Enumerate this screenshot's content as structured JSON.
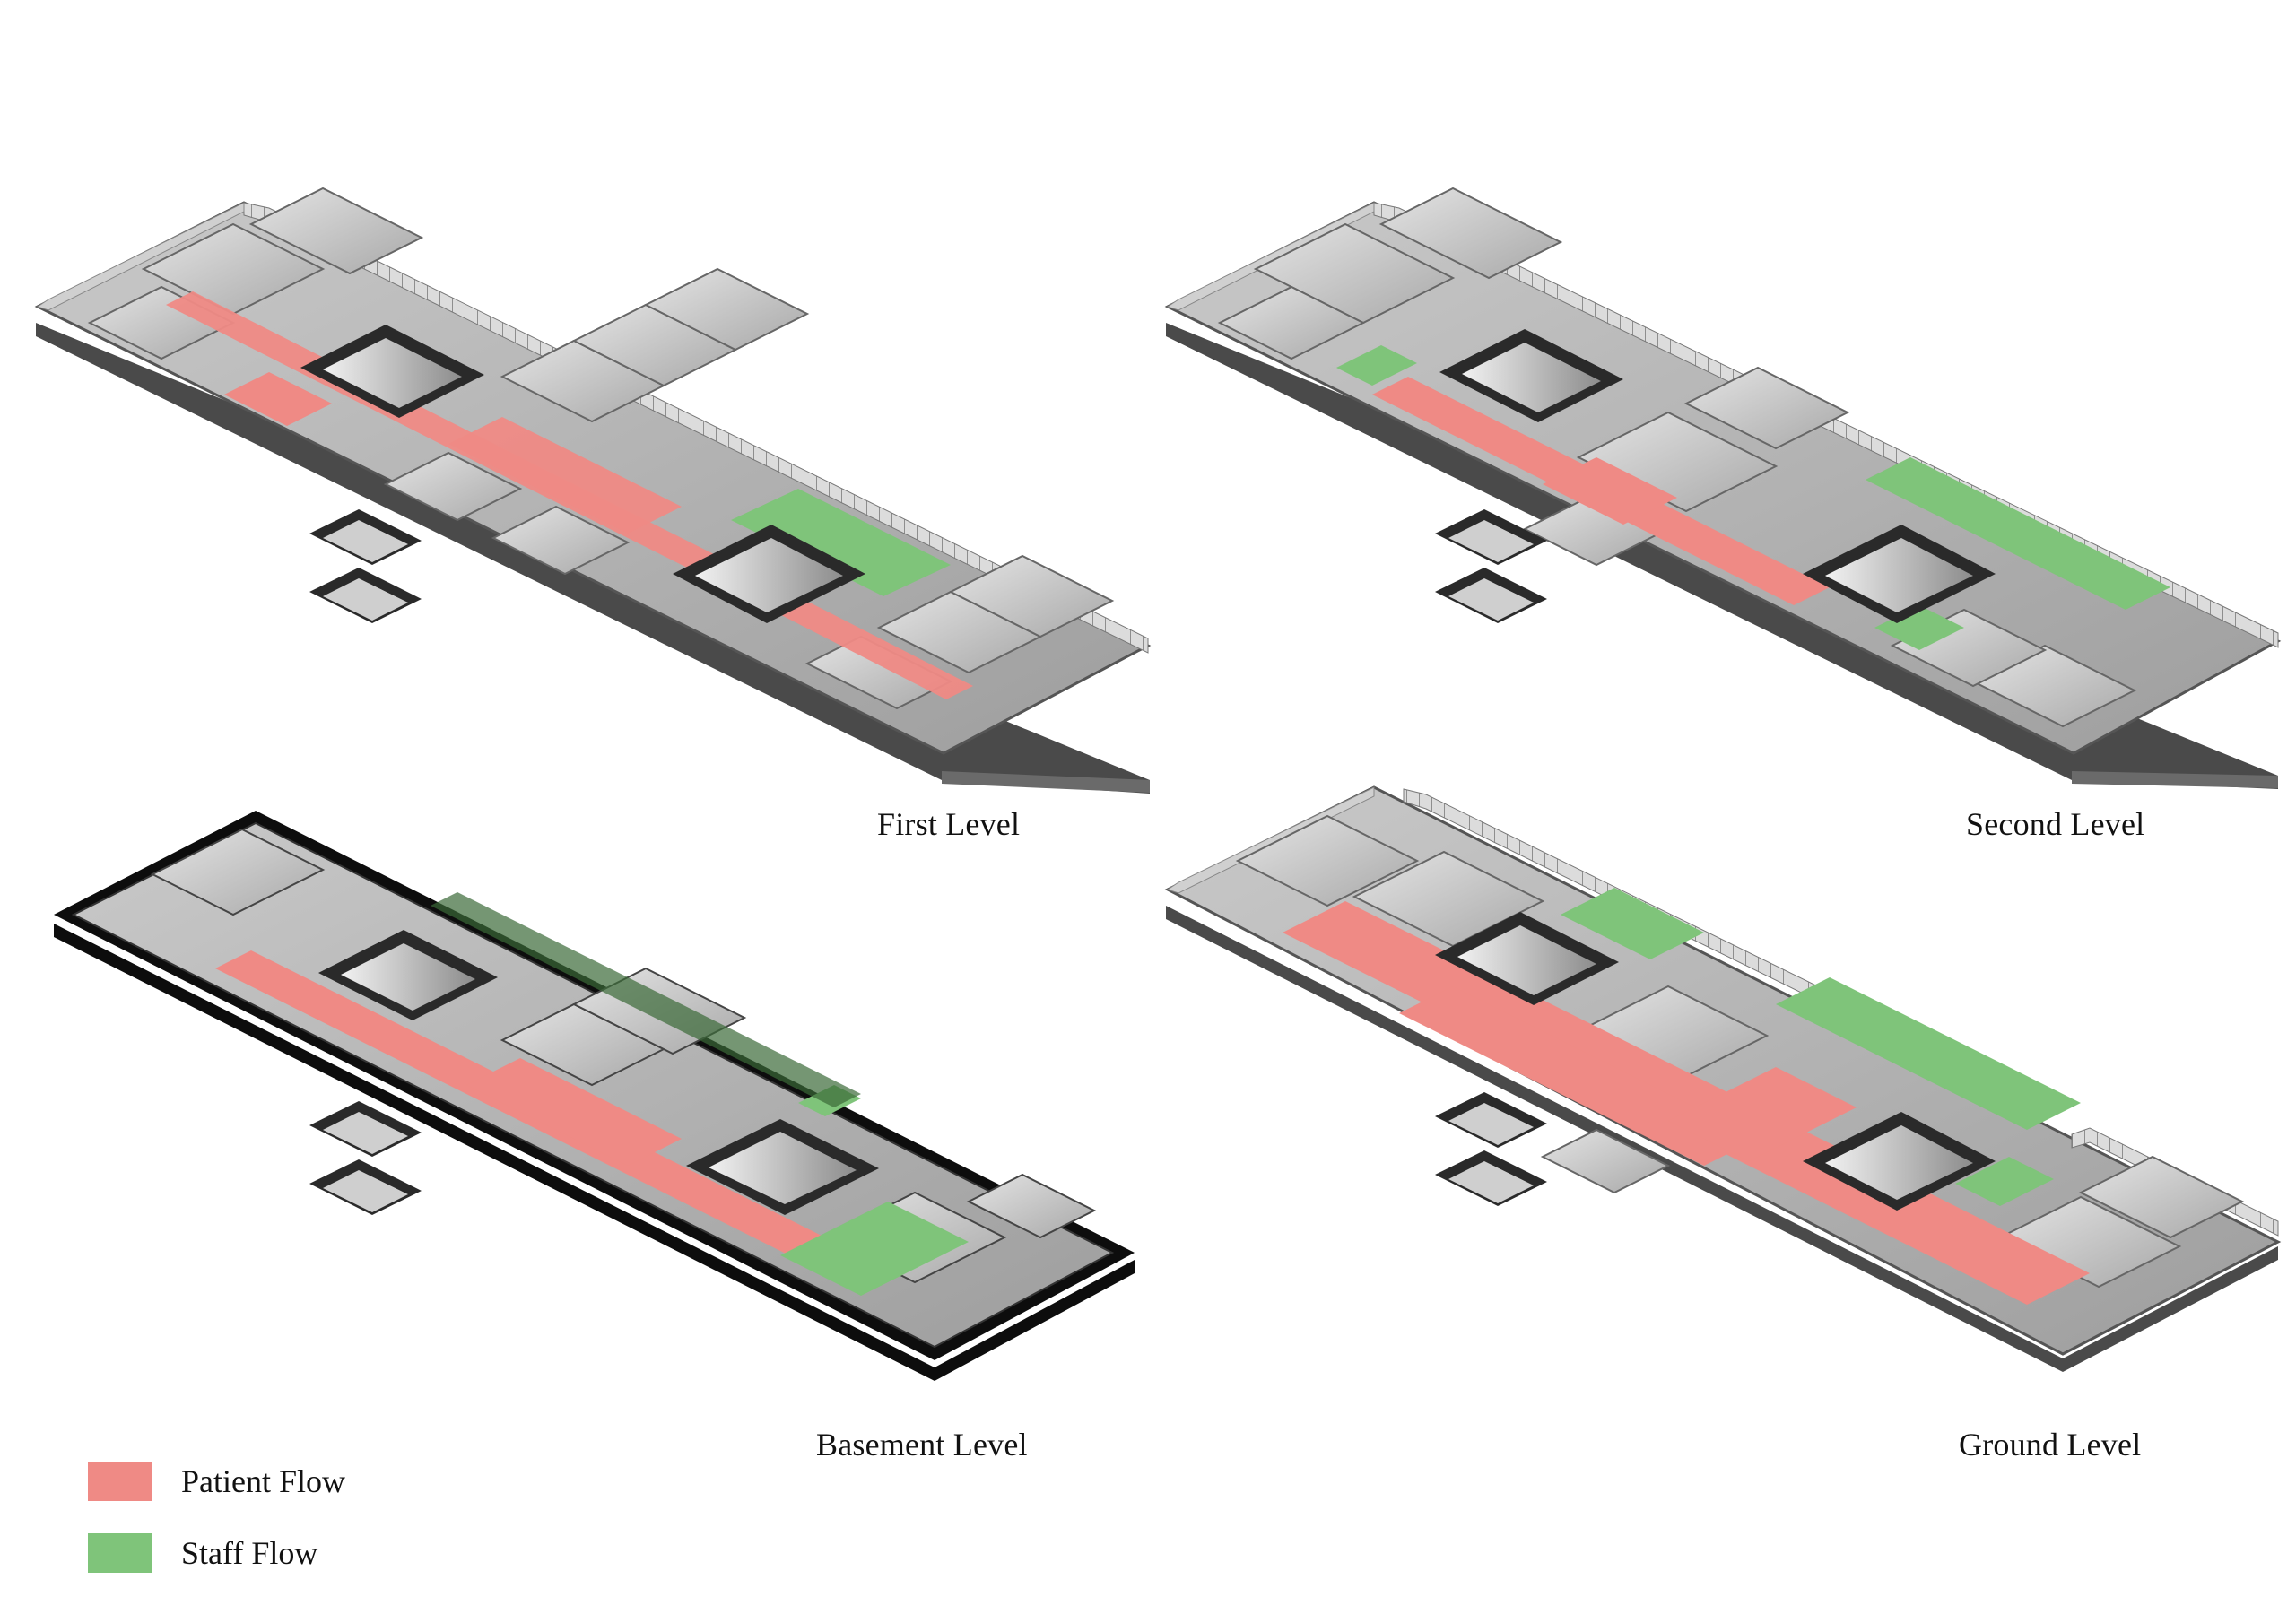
{
  "levels": {
    "first": "First Level",
    "second": "Second Level",
    "basement": "Basement Level",
    "ground": "Ground Level"
  },
  "legend": {
    "patient": "Patient Flow",
    "staff": "Staff Flow"
  },
  "colors": {
    "patient_flow": "#ef8a85",
    "staff_flow": "#7fc47a",
    "floor": "#b9b9b9",
    "slab_top": "#d8d8d8",
    "slab_side": "#4a4a4a",
    "core": "#2a2a2a",
    "basement_wall": "#0d0d0d"
  }
}
